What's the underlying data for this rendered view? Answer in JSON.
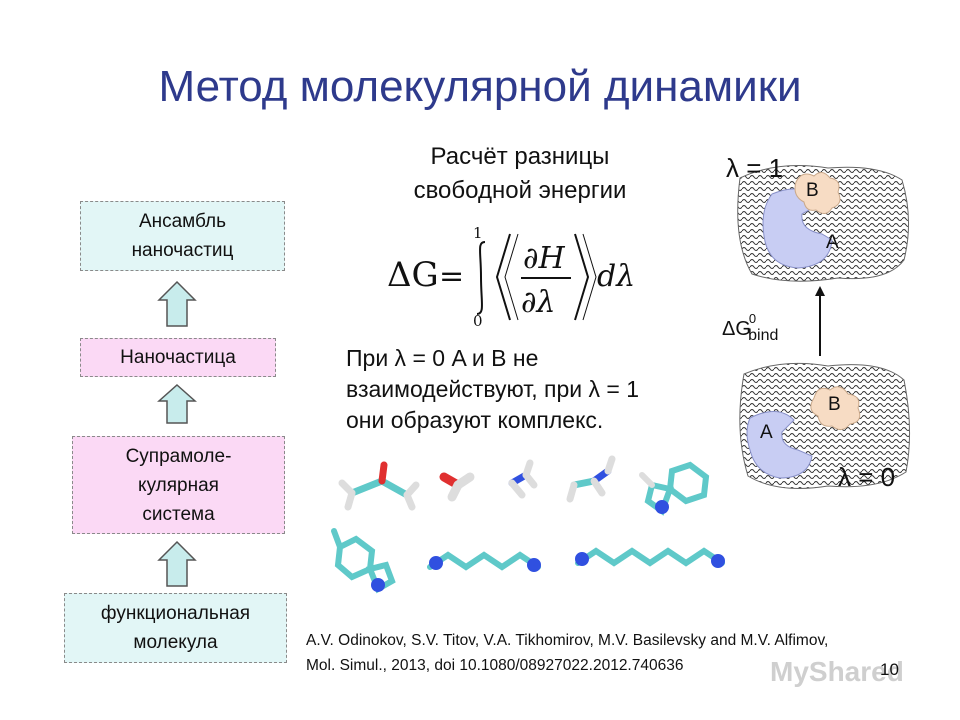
{
  "slide": {
    "title": "Метод молекулярной динамики",
    "page_number": "10",
    "watermark": "MyShared"
  },
  "hierarchy": {
    "box1": {
      "line1": "Ансамбль",
      "line2": "наночастиц"
    },
    "box2": {
      "line1": "Наночастица"
    },
    "box3": {
      "line1": "Супрамоле-",
      "line2": "кулярная",
      "line3": "система"
    },
    "box4": {
      "line1": "функциональная",
      "line2": "молекула"
    },
    "colors": {
      "cyan": "#e2f6f6",
      "pink": "#fbd9f5",
      "arrow": "#c8ecec"
    }
  },
  "energy": {
    "subtitle_line1": "Расчёт разницы",
    "subtitle_line2": "свободной энергии",
    "statement_line1": "При λ = 0 A и B не",
    "statement_line2": "взаимодействуют, при λ = 1",
    "statement_line3": "они образуют комплекс."
  },
  "diagram": {
    "top_lambda": "λ = 1",
    "bottom_lambda": "λ = 0",
    "label_a": "A",
    "label_b": "B",
    "delta_g": "ΔG",
    "delta_g_sup": "0",
    "delta_g_sub": "bind"
  },
  "reference": {
    "line1": "A.V. Odinokov, S.V. Titov, V.A. Tikhomirov, M.V. Basilevsky and M.V. Alfimov,",
    "line2": "Mol. Simul., 2013, doi 10.1080/08927022.2012.740636"
  }
}
